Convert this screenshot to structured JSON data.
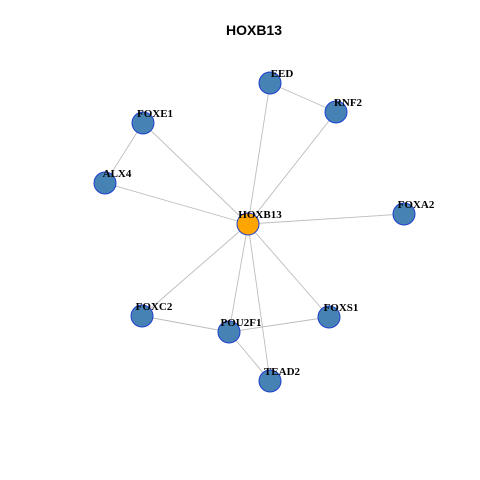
{
  "title": "HOXB13",
  "colors": {
    "hub_fill": "#FFA500",
    "node_fill": "#4682B4",
    "node_stroke": "#1F3FCF",
    "edge": "#BDBDBD"
  },
  "nodes": [
    {
      "id": "HOXB13",
      "label": "HOXB13",
      "hub": true
    },
    {
      "id": "EED",
      "label": "EED",
      "hub": false
    },
    {
      "id": "RNF2",
      "label": "RNF2",
      "hub": false
    },
    {
      "id": "FOXE1",
      "label": "FOXE1",
      "hub": false
    },
    {
      "id": "ALX4",
      "label": "ALX4",
      "hub": false
    },
    {
      "id": "FOXA2",
      "label": "FOXA2",
      "hub": false
    },
    {
      "id": "FOXC2",
      "label": "FOXC2",
      "hub": false
    },
    {
      "id": "POU2F1",
      "label": "POU2F1",
      "hub": false
    },
    {
      "id": "FOXS1",
      "label": "FOXS1",
      "hub": false
    },
    {
      "id": "TEAD2",
      "label": "TEAD2",
      "hub": false
    }
  ],
  "edges": [
    [
      "HOXB13",
      "EED"
    ],
    [
      "HOXB13",
      "RNF2"
    ],
    [
      "HOXB13",
      "FOXE1"
    ],
    [
      "HOXB13",
      "ALX4"
    ],
    [
      "HOXB13",
      "FOXA2"
    ],
    [
      "HOXB13",
      "FOXC2"
    ],
    [
      "HOXB13",
      "POU2F1"
    ],
    [
      "HOXB13",
      "FOXS1"
    ],
    [
      "HOXB13",
      "TEAD2"
    ],
    [
      "EED",
      "RNF2"
    ],
    [
      "FOXE1",
      "ALX4"
    ],
    [
      "FOXC2",
      "POU2F1"
    ],
    [
      "POU2F1",
      "FOXS1"
    ],
    [
      "POU2F1",
      "TEAD2"
    ]
  ]
}
